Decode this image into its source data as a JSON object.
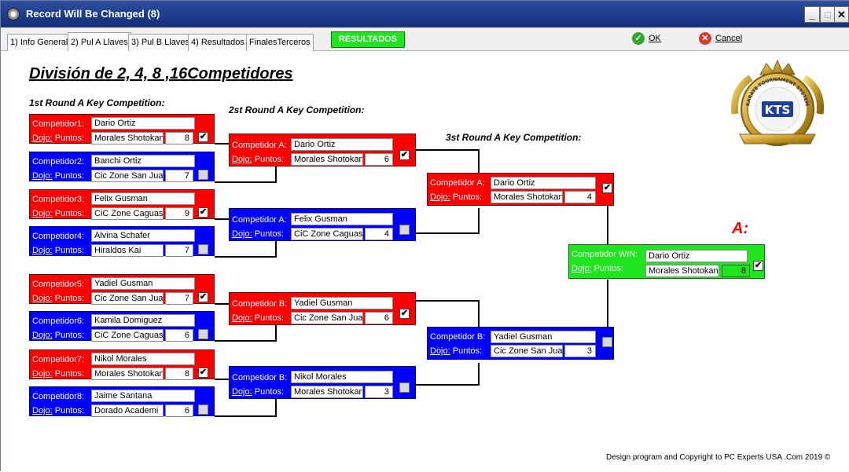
{
  "window": {
    "title": "Record Will Be Changed  (8)"
  },
  "tabs": [
    {
      "label": "1) Info General"
    },
    {
      "label": "2) Pul A Llaves"
    },
    {
      "label": "3) Pul B Llaves"
    },
    {
      "label": "4) Resultados"
    },
    {
      "label": "FinalesTerceros"
    }
  ],
  "toolbar": {
    "results_label": "RESULTADOS",
    "ok_label": "OK",
    "cancel_label": "Cancel"
  },
  "heading": "División de 2, 4, 8 ,16Competidores",
  "rounds": {
    "r1": "1st Round A Key Competition:",
    "r2": "2st Round A Key Competition:",
    "r3": "3st Round A Key Competition:"
  },
  "labels": {
    "dojo": "Dojo:",
    "puntos": "Puntos:"
  },
  "r1": [
    {
      "label": "Competidor1:",
      "name": "Dario Ortiz",
      "dojo": "Morales Shotokan",
      "points": "8",
      "checked": true
    },
    {
      "label": "Competidor2:",
      "name": "Banchi Ortiz",
      "dojo": "Cic Zone San Juan",
      "points": "7",
      "checked": false
    },
    {
      "label": "Competidor3:",
      "name": "Felix Gusman",
      "dojo": "CiC Zone Caguas",
      "points": "9",
      "checked": true
    },
    {
      "label": "Competidor4:",
      "name": "Alvina Schafer",
      "dojo": "Hiraldos Kai",
      "points": "7",
      "checked": false
    },
    {
      "label": "Competidor5:",
      "name": "Yadiel Gusman",
      "dojo": "Cic Zone San Juan",
      "points": "7",
      "checked": true
    },
    {
      "label": "Competidor6:",
      "name": "Kamila Domiguez",
      "dojo": "CiC Zone Caguas",
      "points": "6",
      "checked": false
    },
    {
      "label": "Competidor7:",
      "name": "Nikol Morales",
      "dojo": "Morales Shotokan",
      "points": "8",
      "checked": true
    },
    {
      "label": "Competidor8:",
      "name": "Jaime Santana",
      "dojo": "Dorado Academi",
      "points": "6",
      "checked": false
    }
  ],
  "r2": [
    {
      "label": "Competidor A:",
      "name": "Dario Ortiz",
      "dojo": "Morales Shotokan",
      "points": "6",
      "checked": true
    },
    {
      "label": "Competidor A:",
      "name": "Felix Gusman",
      "dojo": "CiC Zone Caguas",
      "points": "4",
      "checked": false
    },
    {
      "label": "Competidor B:",
      "name": "Yadiel Gusman",
      "dojo": "Cic Zone San Juan",
      "points": "6",
      "checked": true
    },
    {
      "label": "Competidor B:",
      "name": "Nikol Morales",
      "dojo": "Morales Shotokan",
      "points": "3",
      "checked": false
    }
  ],
  "r3": [
    {
      "label": "Competidor A:",
      "name": "Dario Ortiz",
      "dojo": "Morales Shotokan",
      "points": "4",
      "checked": true
    },
    {
      "label": "Competidor B:",
      "name": "Yadiel Gusman",
      "dojo": "Cic Zone San Juan",
      "points": "3",
      "checked": false
    }
  ],
  "winner": {
    "letter": "A:",
    "label": "Competidor WIN:",
    "name": "Dario Ortiz",
    "dojo": "Morales Shotokan",
    "points": "8",
    "checked": true
  },
  "logo": {
    "text_top": "KARATE TOURNAMENT SYSTEM",
    "monogram": "KTS"
  },
  "footer": "Design program and Copyright to PC Experts USA .Com 2019 ©",
  "colors": {
    "red_box": "#ff0000",
    "blue_box": "#0000ff",
    "win_box": "#1ee51e",
    "title_bar": "#1d3b8a"
  }
}
